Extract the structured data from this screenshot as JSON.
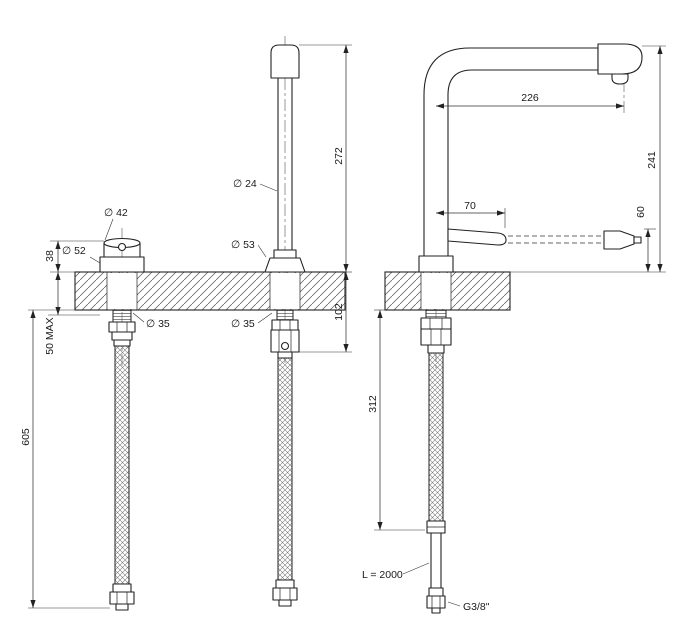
{
  "front": {
    "dia_handle_top": "∅ 42",
    "dia_handle_base": "∅ 52",
    "handle_height": "38",
    "deck_max": "50 MAX",
    "hose_length": "605",
    "dia_spout": "∅ 24",
    "dia_spout_base": "∅ 53",
    "spout_height": "272",
    "dia_hole_left": "∅ 35",
    "dia_hole_right": "∅ 35",
    "under_deck": "102"
  },
  "side": {
    "spout_reach": "226",
    "total_height": "241",
    "lever_length": "70",
    "lever_height": "60",
    "under_deck_length": "312",
    "hose_length": "L = 2000",
    "thread": "G3/8\""
  }
}
